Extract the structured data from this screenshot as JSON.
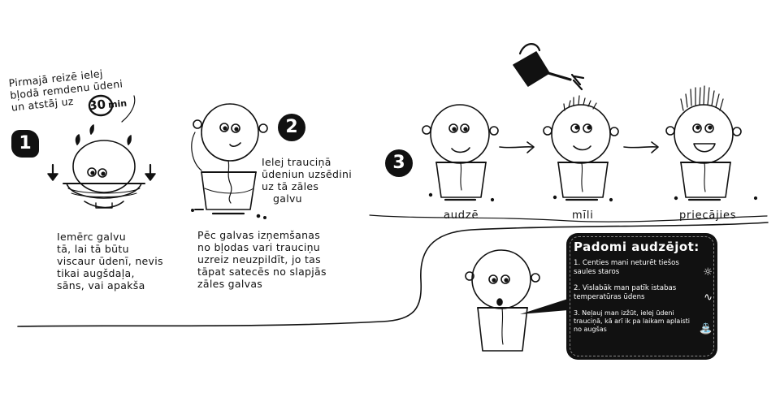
{
  "step1": {
    "number": "1",
    "note_lines": [
      "Pirmajā reizē ielej",
      "bļodā remdenu ūdeni",
      "un atstāj uz"
    ],
    "timer_value": "30",
    "timer_unit": "min",
    "text_lines": [
      "Iemērc galvu",
      "tā, lai tā būtu",
      "viscaur ūdenī, nevis",
      "tikai augšdaļa,",
      "sāns, vai apakša"
    ]
  },
  "step2": {
    "number": "2",
    "side_lines": [
      "Ielej trauciņā",
      "ūdeniun uzsēdini",
      "uz tā zāles",
      "galvu"
    ],
    "text_lines": [
      "Pēc galvas izņemšanas",
      "no bļodas vari trauciņu",
      "uzreiz neuzpildīt, jo tas",
      "tāpat satecēs no slapjās",
      "zāles galvas"
    ]
  },
  "step3": {
    "number": "3",
    "stages": [
      "audzē",
      "mīli",
      "priecājies"
    ]
  },
  "tips": {
    "title": "Padomi audzējot:",
    "items": [
      {
        "text": "1. Centies mani neturēt tiešos saules staros",
        "icon": "sun-icon"
      },
      {
        "text": "2. Vislabāk man patīk istabas temperatūras ūdens",
        "icon": "wave-icon"
      },
      {
        "text": "3. Neļauj man izžūt, ielej ūdeni trauciņā, kā arī ik pa laikam aplaisti no augšas",
        "icon": "watering-can-icon"
      }
    ]
  }
}
